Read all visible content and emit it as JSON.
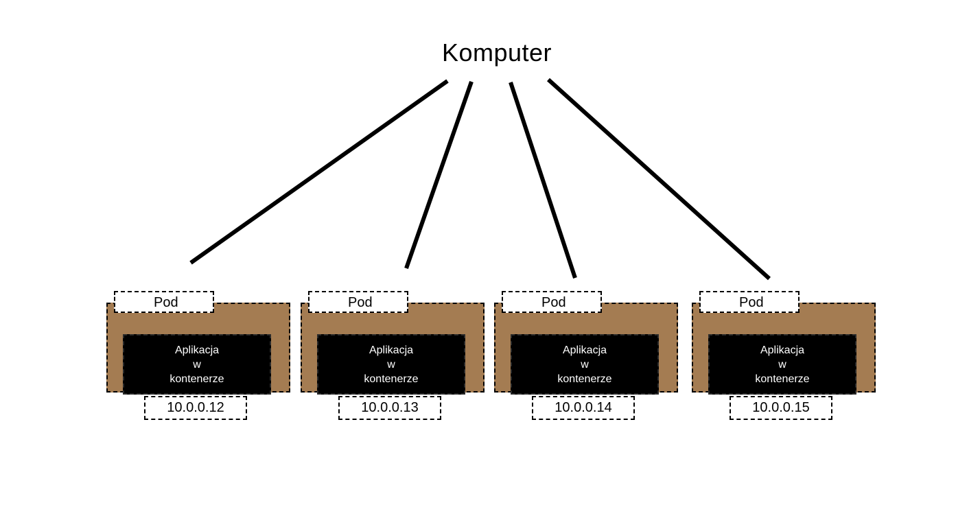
{
  "title": "Komputer",
  "pods": [
    {
      "label": "Pod",
      "app_lines": [
        "Aplikacja",
        "w",
        "kontenerze"
      ],
      "ip": "10.0.0.12"
    },
    {
      "label": "Pod",
      "app_lines": [
        "Aplikacja",
        "w",
        "kontenerze"
      ],
      "ip": "10.0.0.13"
    },
    {
      "label": "Pod",
      "app_lines": [
        "Aplikacja",
        "w",
        "kontenerze"
      ],
      "ip": "10.0.0.14"
    },
    {
      "label": "Pod",
      "app_lines": [
        "Aplikacja",
        "w",
        "kontenerze"
      ],
      "ip": "10.0.0.15"
    }
  ],
  "colors": {
    "pod_fill": "#a47c52",
    "container_fill": "#000000",
    "line": "#000000"
  }
}
